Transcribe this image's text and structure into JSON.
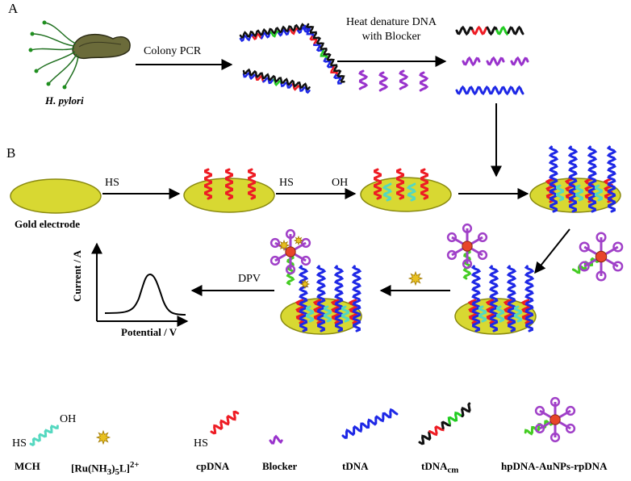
{
  "panel_labels": {
    "a": "A",
    "b": "B"
  },
  "steps": {
    "colony_pcr": "Colony PCR",
    "heat_line1": "Heat denature DNA",
    "heat_line2": "with Blocker",
    "dpv": "DPV"
  },
  "labels": {
    "organism": "H. pylori",
    "electrode": "Gold electrode",
    "hs_cp": "HS",
    "hs_mch": "HS",
    "oh_mch": "OH"
  },
  "graph": {
    "ylabel": "Current / A",
    "xlabel": "Potential / V"
  },
  "legend": {
    "mch": "MCH",
    "mch_hs": "HS",
    "mch_oh": "OH",
    "ru_main": "[Ru(NH",
    "ru_sub1": "3",
    "ru_mid": ")",
    "ru_sub2": "5",
    "ru_end": "L]",
    "ru_sup": "2+",
    "cpdna": "cpDNA",
    "cp_hs": "HS",
    "blocker": "Blocker",
    "tdna": "tDNA",
    "tdnacm_main": "tDNA",
    "tdnacm_sub": "cm",
    "probe": "hpDNA-AuNPs-rpDNA"
  },
  "colors": {
    "electrode_fill": "#d8d832",
    "electrode_stroke": "#8a8a10",
    "cp_dna": "#ee1c24",
    "mch": "#55d8c0",
    "blocker": "#9933cc",
    "tdna": "#1e28e6",
    "tdnacm_black": "#111111",
    "tdnacm_green": "#22cc22",
    "probe_green": "#44cc22",
    "aunp": "#e8452a",
    "hairpin": "#a040c8",
    "ru_star": "#e8c020",
    "arrow": "#000000"
  }
}
